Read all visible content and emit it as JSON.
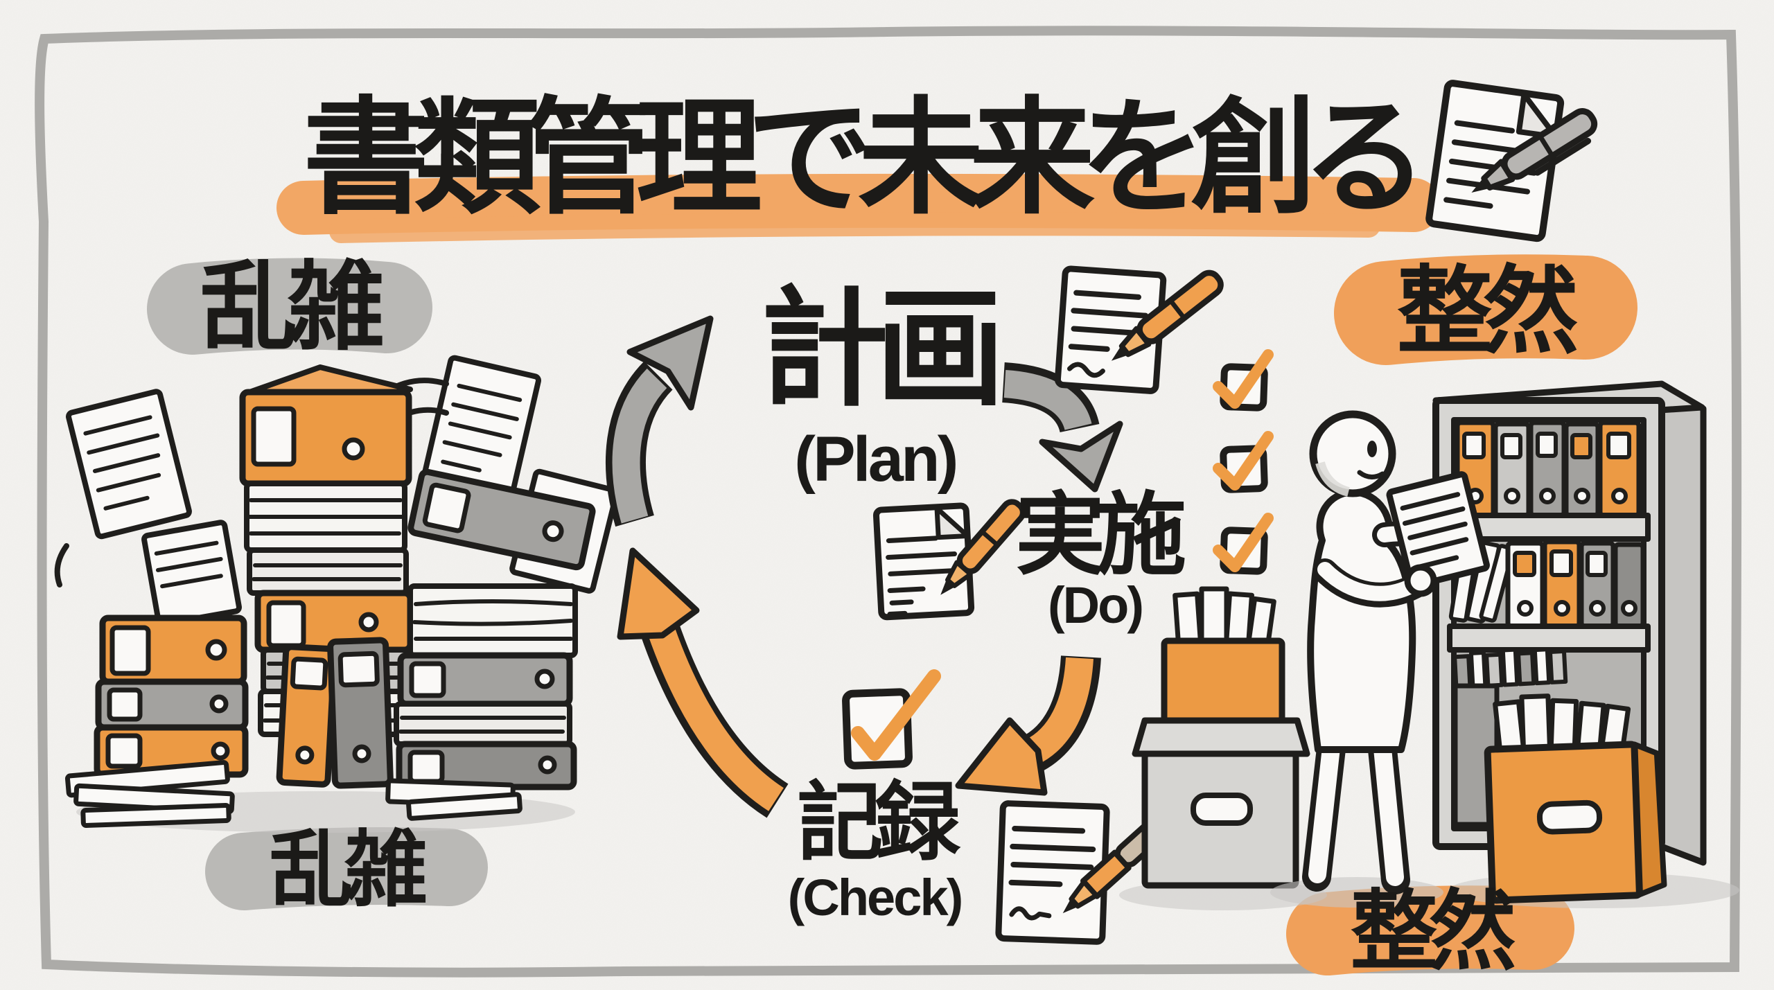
{
  "title": {
    "text": "書類管理で未来を創る"
  },
  "left_panel": {
    "label_top": "乱雑",
    "label_bottom": "乱雑",
    "meaning": "messy"
  },
  "right_panel": {
    "label_top": "整然",
    "label_bottom": "整然",
    "meaning": "orderly"
  },
  "cycle": {
    "plan": {
      "jp": "計画",
      "en": "(Plan)"
    },
    "do": {
      "jp": "実施",
      "en": "(Do)"
    },
    "check": {
      "jp": "記録",
      "en": "(Check)"
    }
  },
  "iconography": {
    "document_pen": "document-with-pen-icon",
    "checkbox_checked": "checked-checkbox-icon",
    "curved_arrow": "curved-arrow-icon"
  },
  "colors": {
    "accent_orange": "#EC9A44",
    "arrow_orange": "#F0A04E",
    "arrow_gray": "#A9A8A5",
    "highlight_orange": "#F2A765",
    "highlight_gray": "#BAB9B6",
    "ink": "#1F1E1C",
    "paper": "#F3F2EF"
  }
}
